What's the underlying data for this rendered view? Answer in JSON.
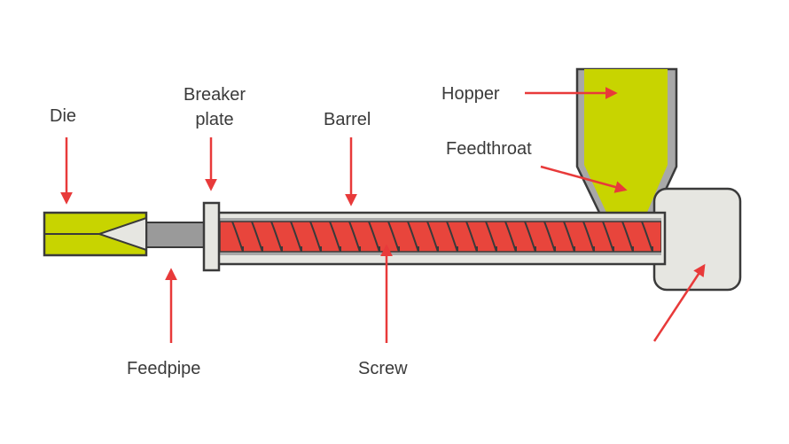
{
  "colors": {
    "outline": "#3a3a3a",
    "arrow": "#e83a3a",
    "screw_red": "#e8453c",
    "die_yellow": "#c8d400",
    "barrel_gray": "#a8a8a8",
    "light_gray": "#e6e6e1",
    "feedpipe_gray": "#9a9a9a",
    "text": "#3a3a3a"
  },
  "labels": {
    "die": "Die",
    "breaker_plate_line1": "Breaker",
    "breaker_plate_line2": "plate",
    "barrel": "Barrel",
    "hopper": "Hopper",
    "feedthroat": "Feedthroat",
    "feedpipe": "Feedpipe",
    "screw": "Screw"
  },
  "parts": [
    {
      "id": "die",
      "icon": "die-shape"
    },
    {
      "id": "feedpipe",
      "icon": "pipe-shape"
    },
    {
      "id": "breaker-plate",
      "icon": "plate-shape"
    },
    {
      "id": "barrel",
      "icon": "tube-shape"
    },
    {
      "id": "screw",
      "icon": "helix-shape"
    },
    {
      "id": "hopper",
      "icon": "funnel-shape"
    },
    {
      "id": "motor-housing",
      "icon": "box-shape"
    }
  ]
}
